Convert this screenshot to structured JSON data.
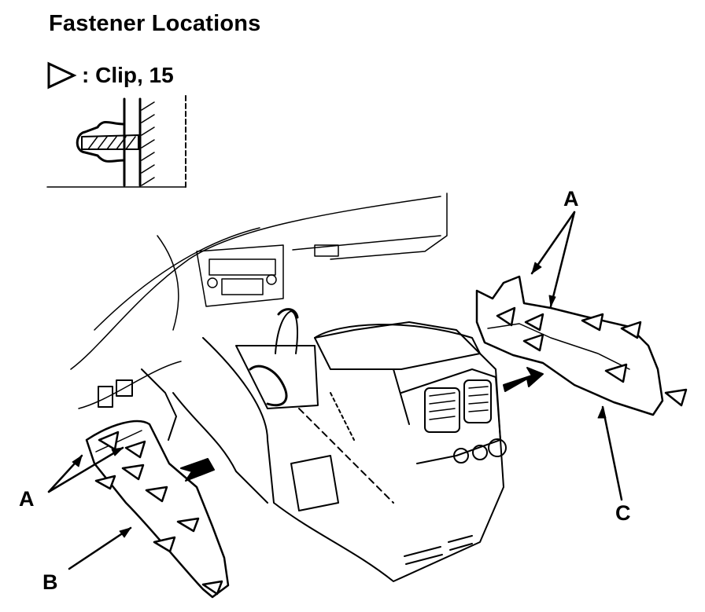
{
  "title": "Fastener Locations",
  "legend": {
    "symbol": "triangle-clip-icon",
    "text": ": Clip, 15"
  },
  "callouts": {
    "a_left": "A",
    "a_right": "A",
    "b": "B",
    "c": "C"
  },
  "colors": {
    "ink": "#000000",
    "background": "#ffffff"
  }
}
